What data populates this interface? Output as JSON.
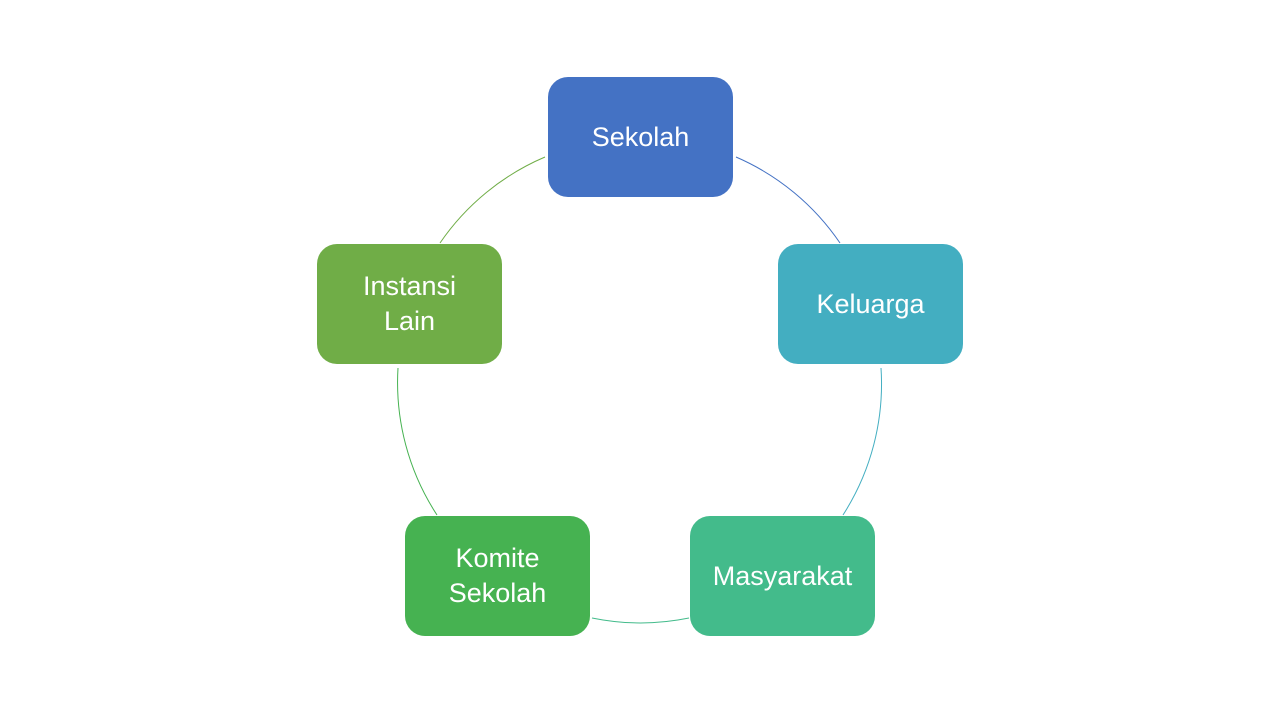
{
  "diagram": {
    "nodes": [
      {
        "id": "sekolah",
        "label": "Sekolah",
        "color": "#4472c4"
      },
      {
        "id": "keluarga",
        "label": "Keluarga",
        "color": "#43aec1"
      },
      {
        "id": "masyarakat",
        "label": "Masyarakat",
        "color": "#43bb8b"
      },
      {
        "id": "komite",
        "label": "Komite\nSekolah",
        "color": "#46b251"
      },
      {
        "id": "instansi",
        "label": "Instansi\nLain",
        "color": "#70ad47"
      }
    ],
    "connector_colors": [
      "#4472c4",
      "#43aec1",
      "#43bb8b",
      "#46b251",
      "#70ad47"
    ]
  }
}
